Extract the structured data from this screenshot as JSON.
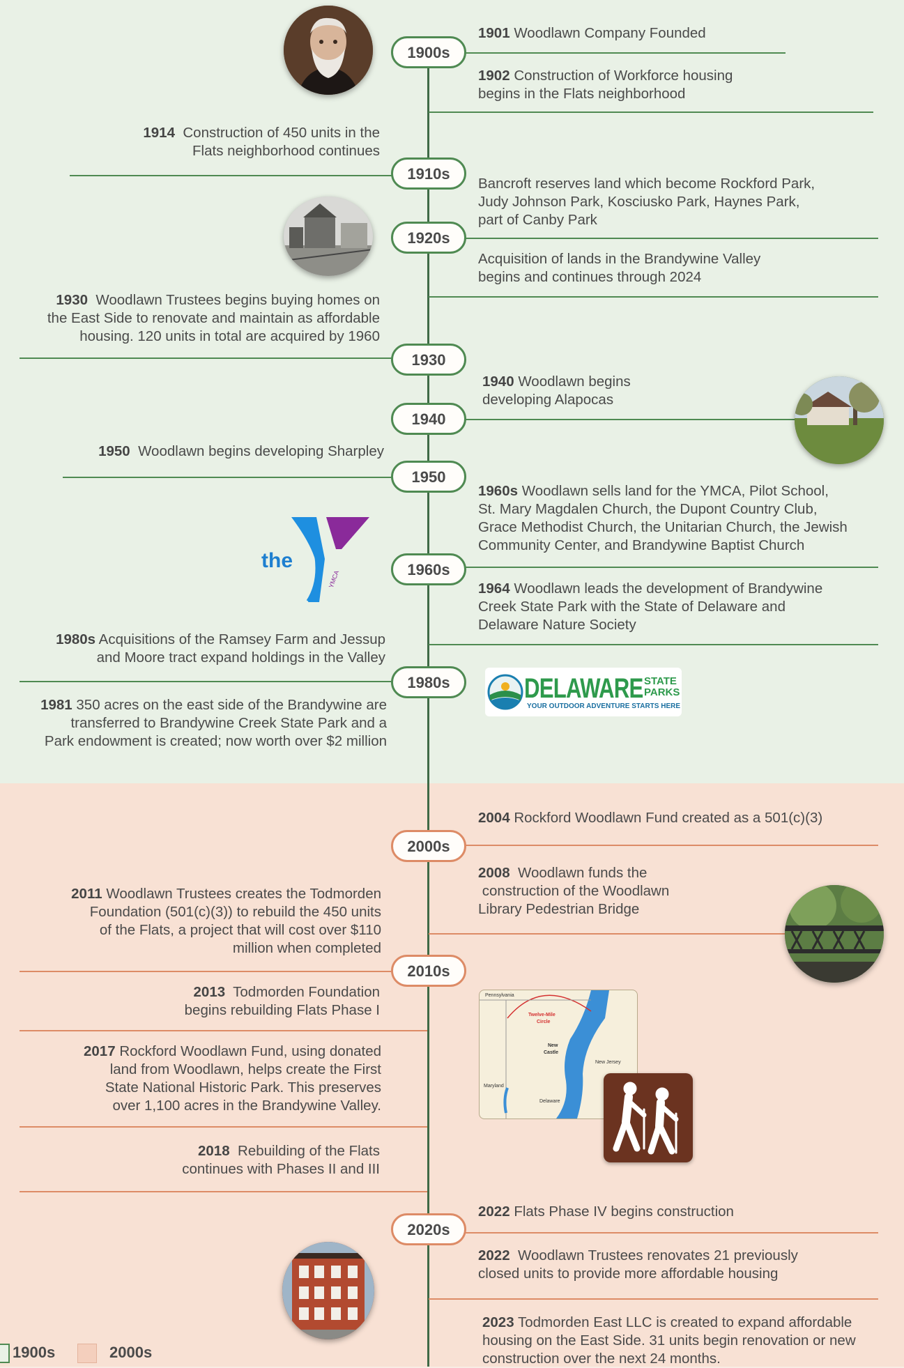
{
  "colors": {
    "green": "#4f8a52",
    "orange": "#dd8b66",
    "green_bg": "#e9f1e6",
    "peach_bg": "#f8e1d4",
    "spine": "#3f6a46"
  },
  "decades": {
    "d1900": "1900s",
    "d1910": "1910s",
    "d1920": "1920s",
    "d1930": "1930",
    "d1940": "1940",
    "d1950": "1950",
    "d1960": "1960s",
    "d1980": "1980s",
    "d2000": "2000s",
    "d2010": "2010s",
    "d2020": "2020s"
  },
  "events": {
    "e1901": {
      "year": "1901",
      "text": "Woodlawn Company Founded"
    },
    "e1902": {
      "year": "1902",
      "l1": "Construction of Workforce housing",
      "l2": "begins in the Flats neighborhood"
    },
    "e1914": {
      "year": "1914",
      "l1": "Construction of 450 units in the",
      "l2": "Flats neighborhood continues"
    },
    "bancroft": {
      "l1": "Bancroft reserves land which become Rockford Park,",
      "l2": "Judy Johnson Park, Kosciusko Park, Haynes Park,",
      "l3": "part of Canby Park"
    },
    "brandywine": {
      "l1": "Acquisition of lands in the Brandywine Valley",
      "l2": "begins and continues through 2024"
    },
    "e1930": {
      "year": "1930",
      "l1": "Woodlawn Trustees begins buying homes on",
      "l2": "the East Side to renovate and maintain as affordable",
      "l3": "housing. 120 units in total are acquired by 1960"
    },
    "e1940": {
      "year": "1940",
      "l1": "Woodlawn begins",
      "l2": "developing Alapocas"
    },
    "e1950": {
      "year": "1950",
      "text": "Woodlawn begins developing Sharpley"
    },
    "e1960s": {
      "year": "1960s",
      "l1": "Woodlawn sells land for the YMCA, Pilot School,",
      "l2": "St. Mary Magdalen Church, the Dupont Country Club,",
      "l3": "Grace Methodist Church, the Unitarian Church, the Jewish",
      "l4": "Community Center, and Brandywine Baptist Church"
    },
    "e1964": {
      "year": "1964",
      "l1": "Woodlawn leads the development of Brandywine",
      "l2": "Creek State Park with the State of Delaware and",
      "l3": "Delaware Nature Society"
    },
    "e1980s": {
      "year": "1980s",
      "l1": "Acquisitions of the Ramsey Farm and Jessup",
      "l2": "and Moore tract expand holdings in the Valley"
    },
    "e1981": {
      "year": "1981",
      "l1": "350 acres on the east side of the Brandywine are",
      "l2": "transferred  to Brandywine Creek State Park and a",
      "l3": "Park endowment is created; now worth over $2 million"
    },
    "e2004": {
      "year": "2004",
      "text": "Rockford Woodlawn Fund created as a 501(c)(3)"
    },
    "e2008": {
      "year": "2008",
      "l1": "Woodlawn funds the",
      "l2": "construction of the Woodlawn",
      "l3": "Library Pedestrian Bridge"
    },
    "e2011": {
      "year": "2011",
      "l1": "Woodlawn Trustees creates the Todmorden",
      "l2": "Foundation (501(c)(3)) to rebuild the 450 units",
      "l3": "of the Flats, a project that will cost over $110",
      "l4": "million when completed"
    },
    "e2013": {
      "year": "2013",
      "l1": "Todmorden Foundation",
      "l2": "begins rebuilding Flats Phase I"
    },
    "e2017": {
      "year": "2017",
      "l1": "Rockford Woodlawn Fund, using donated",
      "l2": "land from Woodlawn, helps create the First",
      "l3": "State National Historic Park. This preserves",
      "l4": "over 1,100 acres in the Brandywine Valley."
    },
    "e2018": {
      "year": "2018",
      "l1": "Rebuilding of the Flats",
      "l2": "continues with Phases II and III"
    },
    "e2022a": {
      "year": "2022",
      "text": "Flats Phase IV begins construction"
    },
    "e2022b": {
      "year": "2022",
      "l1": "Woodlawn Trustees renovates 21 previously",
      "l2": "closed units to provide more affordable housing"
    },
    "e2023": {
      "year": "2023",
      "l1": "Todmorden East LLC is created to expand affordable",
      "l2": "housing on the East Side.  31 units begin renovation or new",
      "l3": "construction over the next 24 months."
    }
  },
  "logos": {
    "ymca_the": "the",
    "ymca_small": "YMCA",
    "delaware_main": "DELAWARE",
    "delaware_state": "STATE",
    "delaware_parks": "PARKS",
    "delaware_tagline": "YOUR OUTDOOR ADVENTURE STARTS HERE"
  },
  "map": {
    "pennsylvania": "Pennsylvania",
    "twelve_mile": "Twelve-Mile",
    "circle": "Circle",
    "new": "New",
    "castle": "Castle",
    "new_jersey": "New Jersey",
    "maryland": "Maryland",
    "delaware": "Delaware"
  },
  "legend": {
    "green_label": "1900s",
    "peach_label": "2000s"
  }
}
